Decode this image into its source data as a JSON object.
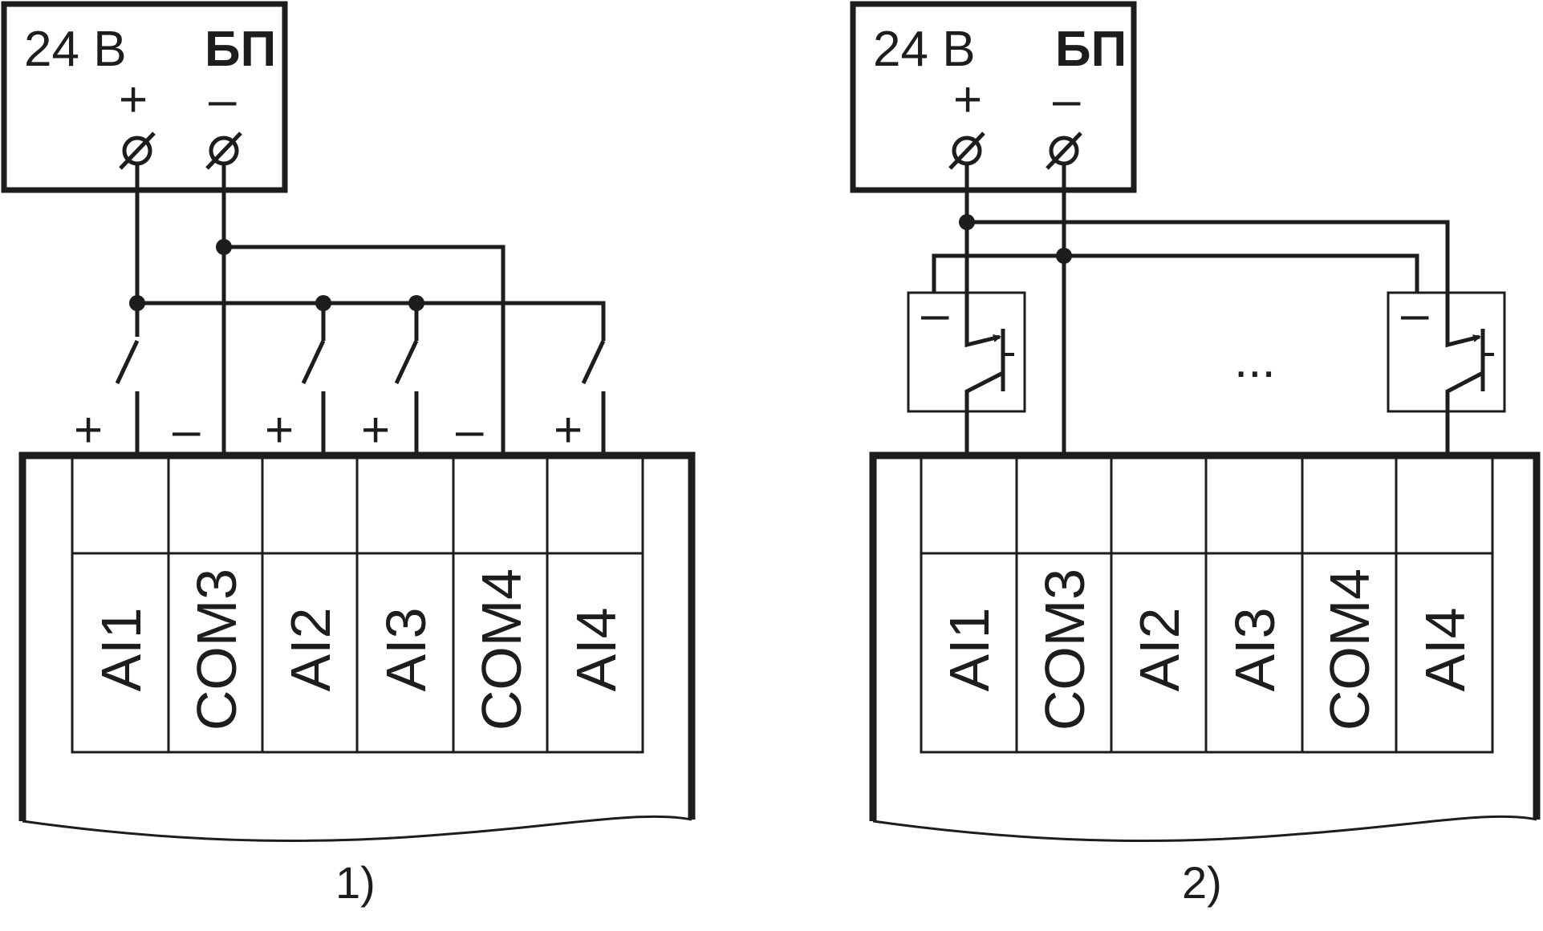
{
  "colors": {
    "ink": "#1d1d1b",
    "background": "#ffffff"
  },
  "power_supply": {
    "voltage": "24 В",
    "name": "БП",
    "plus": "+",
    "minus": "–"
  },
  "terminals": [
    "AI1",
    "COM3",
    "AI2",
    "AI3",
    "COM4",
    "AI4"
  ],
  "polarity_marks": [
    "+",
    "–",
    "+",
    "+",
    "–",
    "+"
  ],
  "transistor_minus": "–",
  "ellipsis": "...",
  "captions": {
    "diagram1": "1)",
    "diagram2": "2)"
  }
}
